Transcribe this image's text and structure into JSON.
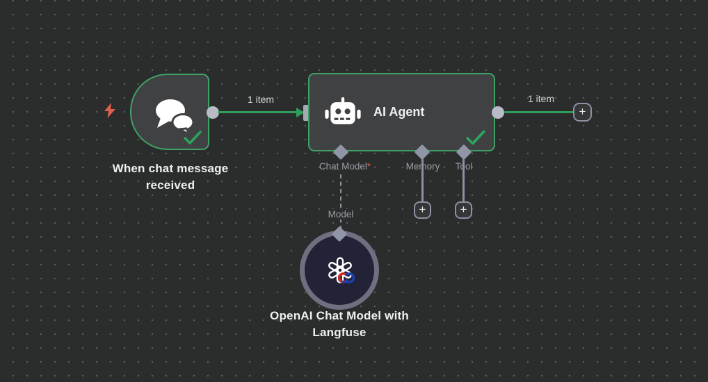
{
  "app": "n8n-workflow-canvas",
  "colors": {
    "background": "#2b2c2c",
    "grid_dot": "#5b5d5b",
    "node_fill": "#404143",
    "node_border_success": "#41a066",
    "edge_green": "#2f9e5b",
    "connector_gray": "#9196a7",
    "endpoint_gray": "#b9bcc5",
    "label_gray": "#9a9da5",
    "text_white": "#eef0f1",
    "required_red": "#e05a50",
    "trigger_bolt": "#e0604e",
    "openai_fill": "#232338",
    "openai_ring": "#6e7080"
  },
  "nodes": {
    "trigger": {
      "label": "When chat message received",
      "icon": "chat-bubbles-icon",
      "status": "success"
    },
    "agent": {
      "title": "AI Agent",
      "icon": "robot-icon",
      "status": "success",
      "inputs": [
        {
          "label": "Chat Model",
          "required": "*"
        },
        {
          "label": "Memory",
          "required": ""
        },
        {
          "label": "Tool",
          "required": ""
        }
      ]
    },
    "openai": {
      "label": "OpenAI Chat Model with Langfuse",
      "connector_label": "Model",
      "icon": "openai-logo"
    }
  },
  "edges": {
    "trigger_to_agent": {
      "label": "1 item"
    },
    "agent_output": {
      "label": "1 item"
    }
  },
  "ui": {
    "plus": "+"
  }
}
